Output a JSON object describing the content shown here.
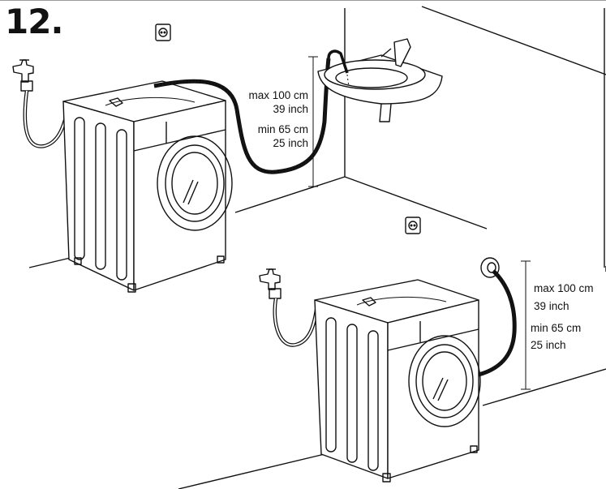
{
  "step_number": "12.",
  "scene_upper": {
    "max_height_cm": "max 100 cm",
    "max_height_inch": "39 inch",
    "min_height_cm": "min 65 cm",
    "min_height_inch": "25 inch"
  },
  "scene_lower": {
    "max_height_cm": "max 100 cm",
    "max_height_inch": "39 inch",
    "min_height_cm": "min 65 cm",
    "min_height_inch": "25 inch"
  },
  "icons": [
    "power-socket-icon",
    "water-tap-icon",
    "sink-icon",
    "drain-pipe-icon",
    "washing-machine-icon"
  ]
}
